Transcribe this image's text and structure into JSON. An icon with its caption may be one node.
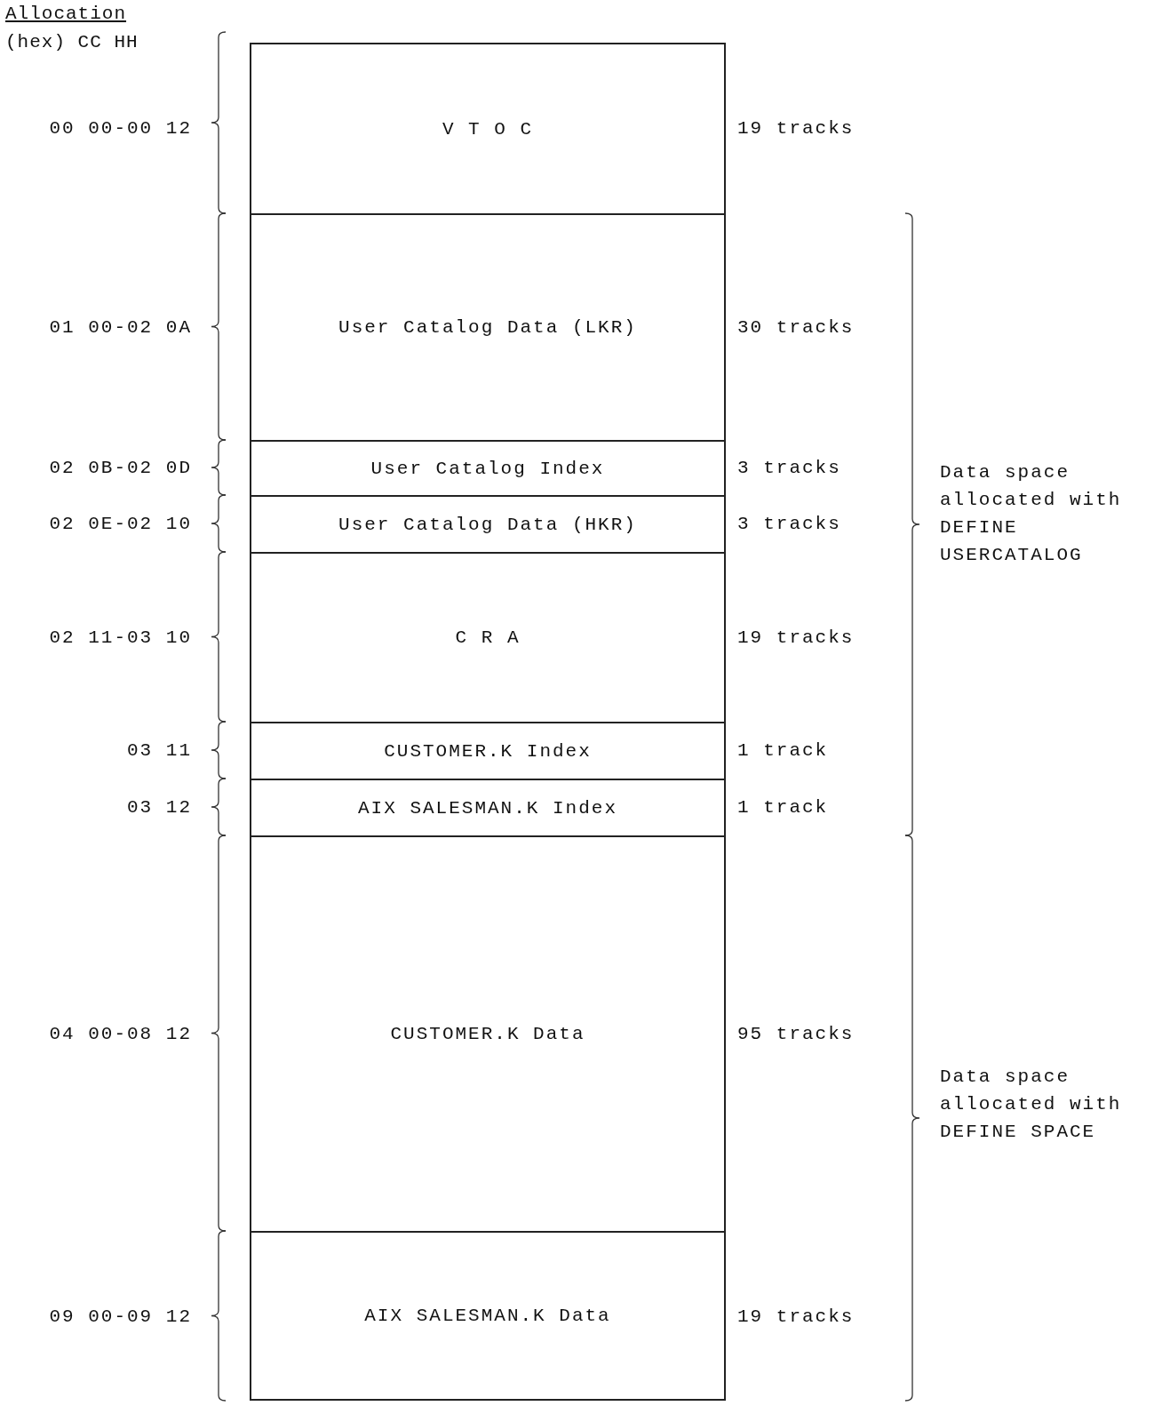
{
  "diagram": {
    "nodes": [
      {
        "text": [
          "V T O C"
        ],
        "beside": [
          "00 00-00 12",
          "19 tracks"
        ]
      },
      {
        "text": [
          "User Catalog Data (LKR)"
        ],
        "beside": [
          "01 00-02 0A",
          "30 tracks"
        ]
      },
      {
        "text": [
          "User Catalog Index"
        ],
        "beside": [
          "02 0B-02 0D",
          "3 tracks"
        ]
      },
      {
        "text": [
          "User Catalog Data (HKR)"
        ],
        "beside": [
          "02 0E-02 10",
          "3 tracks"
        ]
      },
      {
        "text": [
          "C R A"
        ],
        "beside": [
          "02 11-03 10",
          "19 tracks"
        ]
      },
      {
        "text": [
          "CUSTOMER.K Index"
        ],
        "beside": [
          "03 11",
          "1 track"
        ]
      },
      {
        "text": [
          "AIX SALESMAN.K Index"
        ],
        "beside": [
          "03 12",
          "1 track"
        ]
      },
      {
        "text": [
          "CUSTOMER.K Data"
        ],
        "beside": [
          "04 00-08 12",
          "95 tracks"
        ]
      },
      {
        "text": [
          "AIX SALESMAN.K Data"
        ],
        "beside": [
          "09 00-09 12",
          "19 tracks"
        ]
      }
    ],
    "labels": [
      "Allocation",
      "(hex) CC HH",
      "Data space allocated with DEFINE USERCATALOG",
      "Data space allocated with DEFINE SPACE"
    ]
  }
}
